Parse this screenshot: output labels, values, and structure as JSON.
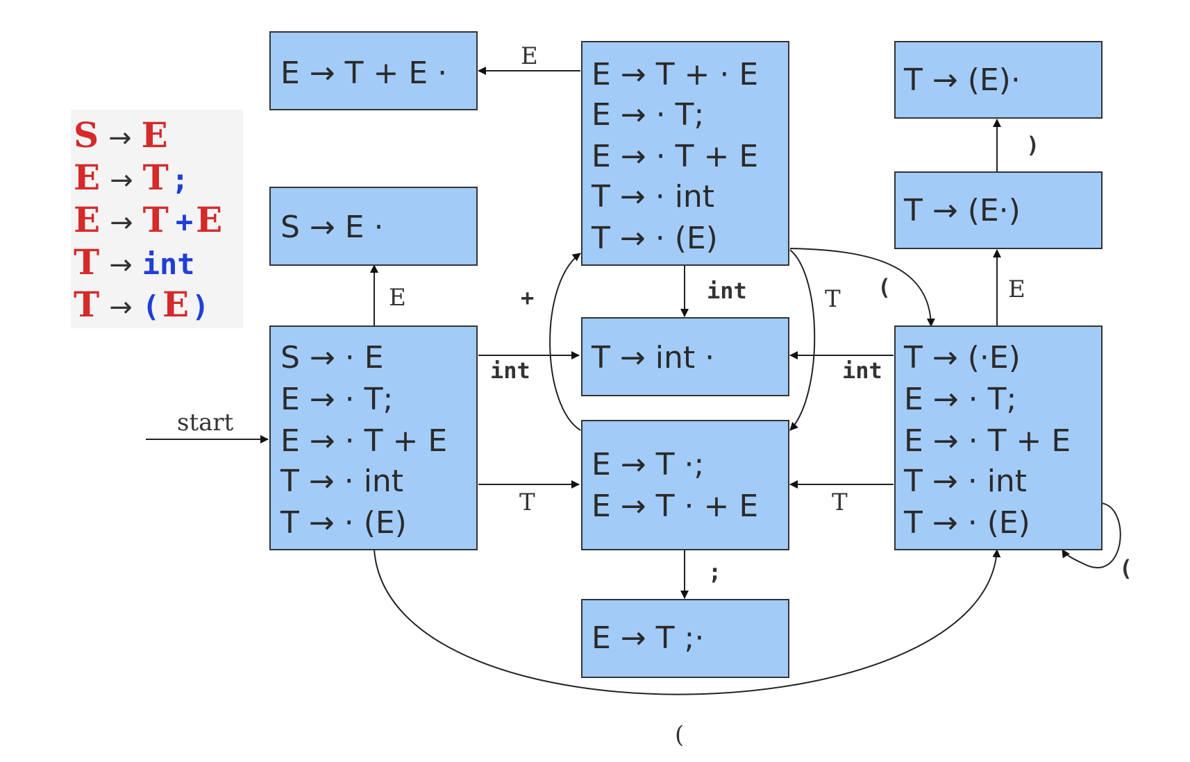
{
  "grammar": {
    "rules": [
      {
        "lhs": "S",
        "arrow": "→",
        "rhs": [
          {
            "t": "E",
            "c": "red"
          }
        ]
      },
      {
        "lhs": "E",
        "arrow": "→",
        "rhs": [
          {
            "t": "T",
            "c": "red"
          },
          {
            "t": ";",
            "c": "blue-mono"
          }
        ]
      },
      {
        "lhs": "E",
        "arrow": "→",
        "rhs": [
          {
            "t": "T",
            "c": "red"
          },
          {
            "t": "+",
            "c": "blue-mono"
          },
          {
            "t": "E",
            "c": "red"
          }
        ]
      },
      {
        "lhs": "T",
        "arrow": "→",
        "rhs": [
          {
            "t": "int",
            "c": "blue-mono"
          }
        ]
      },
      {
        "lhs": "T",
        "arrow": "→",
        "rhs": [
          {
            "t": "(",
            "c": "blue-mono"
          },
          {
            "t": "E",
            "c": "red"
          },
          {
            "t": ")",
            "c": "blue-mono"
          }
        ]
      }
    ]
  },
  "states": {
    "s_te_done": {
      "items": [
        "E → T + E ·"
      ]
    },
    "s_se_done": {
      "items": [
        "S → E ·"
      ]
    },
    "s_start": {
      "items": [
        "S → · E",
        "E → · T;",
        "E → · T + E",
        "T → · int",
        "T → · (E)"
      ]
    },
    "s_plus": {
      "items": [
        "E → T + · E",
        "E → · T;",
        "E → · T + E",
        "T → · int",
        "T → · (E)"
      ]
    },
    "s_int_done": {
      "items": [
        "T → int ·"
      ]
    },
    "s_t": {
      "items": [
        "E → T ·;",
        "E → T · + E"
      ]
    },
    "s_semi_done": {
      "items": [
        "E → T ;·"
      ]
    },
    "s_paren_done": {
      "items": [
        "T → (E)·"
      ]
    },
    "s_paren_e": {
      "items": [
        "T → (E·)"
      ]
    },
    "s_paren_open": {
      "items": [
        "T → (·E)",
        "E → · T;",
        "E → · T + E",
        "T → · int",
        "T → · (E)"
      ]
    }
  },
  "edges": {
    "start": "start",
    "start_to_se": "E",
    "start_to_int": "int",
    "start_to_t": "T",
    "start_to_paren": "(",
    "t_to_plus": "+",
    "plus_to_te": "E",
    "plus_to_int": "int",
    "plus_to_t": "T",
    "plus_to_paren": "(",
    "t_to_semi": ";",
    "paren_to_int": "int",
    "paren_to_t": "T",
    "paren_to_parene": "E",
    "parene_to_done": ")",
    "paren_self": "("
  },
  "colors": {
    "state_fill": "#a3cbf7",
    "nonterminal": "#d42a2a",
    "terminal": "#1f3fd6"
  }
}
